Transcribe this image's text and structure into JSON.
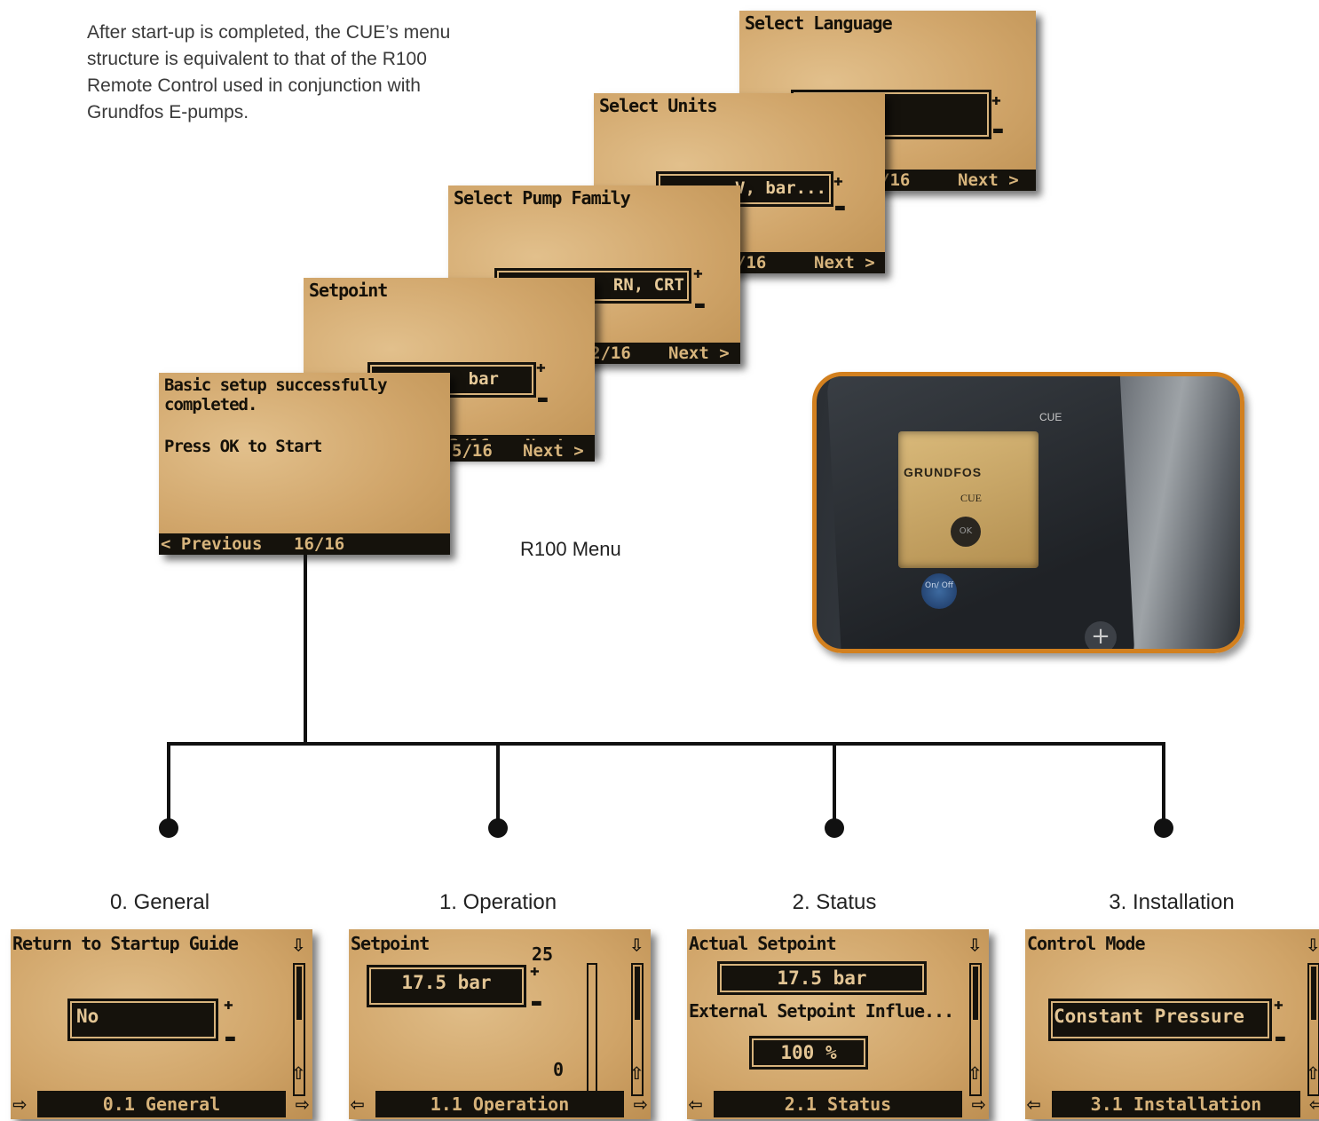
{
  "intro": {
    "line1": "After start-up is completed, the CUE’s menu",
    "line2": "structure is equivalent to that of the R100",
    "line3": "Remote Control used in conjunction with",
    "line4": "Grundfos E-pumps."
  },
  "r100_label": "R100 Menu",
  "startup": {
    "language": {
      "title": "Select Language",
      "page": "/16",
      "next": "Next >"
    },
    "units": {
      "title": "Select Units",
      "value": "V, bar...",
      "page": "/16",
      "next": "Next >"
    },
    "family": {
      "title": "Select Pump Family",
      "value": "RN, CRT",
      "page": "2/16",
      "next": "Next >"
    },
    "setpoint": {
      "title": "Setpoint",
      "value": "bar",
      "page": "3/16",
      "next": "Next >"
    },
    "done": {
      "line1": "Basic setup successfully",
      "line2": "completed.",
      "line3": "Press OK to Start",
      "prev": "< Previous",
      "page": "16/16",
      "right_page": "5/16",
      "right_next": "Next >"
    }
  },
  "photo": {
    "tag": "CUE",
    "brand": "GRUNDFOS",
    "screen_text": "CUE",
    "ok": "OK",
    "onoff": "On/ Off",
    "plus": "+"
  },
  "menus": [
    {
      "label": "0. General",
      "title": "Return to Startup Guide",
      "field": "No",
      "footer": "0.1 General"
    },
    {
      "label": "1. Operation",
      "title": "Setpoint",
      "field": "17.5 bar",
      "max": "25",
      "min": "0",
      "footer": "1.1 Operation"
    },
    {
      "label": "2. Status",
      "title": "Actual Setpoint",
      "field": "17.5 bar",
      "sub": "External Setpoint Influe...",
      "field2": "100 %",
      "footer": "2.1 Status"
    },
    {
      "label": "3. Installation",
      "title": "Control Mode",
      "field": "Constant Pressure",
      "footer": "3.1 Installation"
    }
  ],
  "colors": {
    "lcd": "#d1a66b",
    "lcd_dark": "#15120c",
    "photo_frame": "#d2801f",
    "connector": "#111111"
  },
  "icons": [
    "plus-icon",
    "minus-icon",
    "arrow-up-icon",
    "arrow-down-icon",
    "arrow-left-icon",
    "arrow-right-icon"
  ]
}
